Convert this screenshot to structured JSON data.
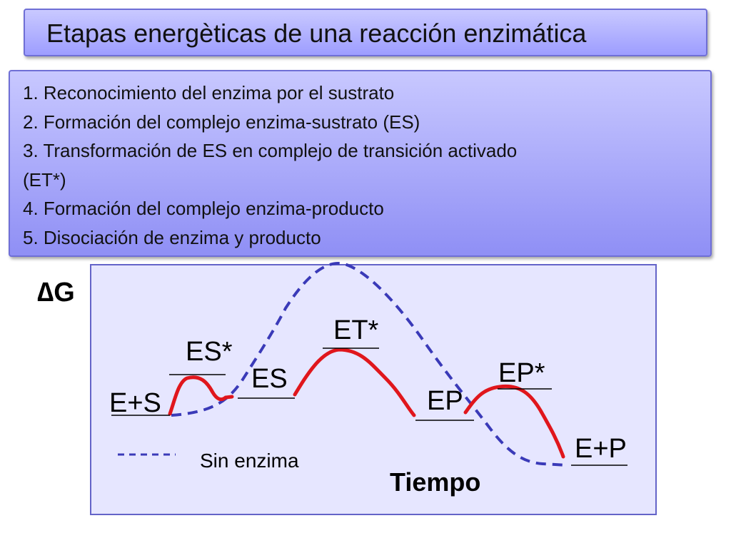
{
  "title": "Etapas energèticas de una reacción enzimática",
  "steps": [
    "1. Reconocimiento del enzima por el sustrato",
    "2. Formación del complejo enzima-sustrato (ES)",
    "3. Transformación de ES en complejo de transición activado",
    "(ET*)",
    "4. Formación del complejo enzima-producto",
    "5. Disociación de enzima y producto"
  ],
  "diagram": {
    "y_axis_label": "∆G",
    "x_axis_label": "Tiempo",
    "states": {
      "es_star": "ES*",
      "e_s": "E+S",
      "es": "ES",
      "et_star": "ET*",
      "ep_star": "EP*",
      "ep": "EP",
      "e_p": "E+P"
    },
    "legend_label": "Sin enzima",
    "colors": {
      "with_enzyme": "#e0161c",
      "without_enzyme": "#3a3ab8",
      "level_lines": "#000000"
    }
  }
}
